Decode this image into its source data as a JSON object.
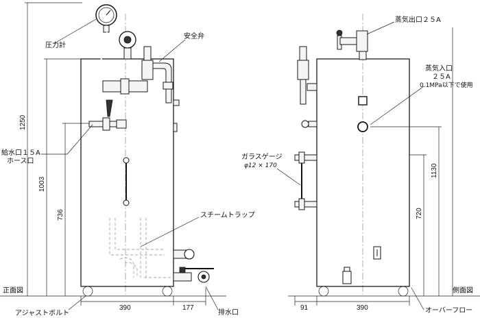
{
  "labels": {
    "pressure_gauge": "圧力計",
    "safety_valve": "安全弁",
    "water_inlet_line1": "給水口１５A",
    "water_inlet_line2": "ホース口",
    "steam_trap": "スチームトラップ",
    "front_view": "正面図",
    "adjust_bolt": "アジャストボルト",
    "drain": "排水口",
    "steam_outlet": "蒸気出口２５A",
    "steam_inlet_line1": "蒸気入口",
    "steam_inlet_line2": "２５A",
    "steam_inlet_line3": "0.1MPa以下で使用",
    "glass_gauge_line1": "ガラスゲージ",
    "glass_gauge_line2": "φ12 × 170",
    "side_view": "側面図",
    "overflow": "オーバーフロー"
  },
  "dimensions": {
    "height_total": "1250",
    "height_inlet": "1003",
    "height_gauge": "736",
    "width_front": "390",
    "depth_drain": "177",
    "offset_side": "91",
    "width_side": "390",
    "height_steam_inlet": "1130",
    "height_glass": "720"
  }
}
